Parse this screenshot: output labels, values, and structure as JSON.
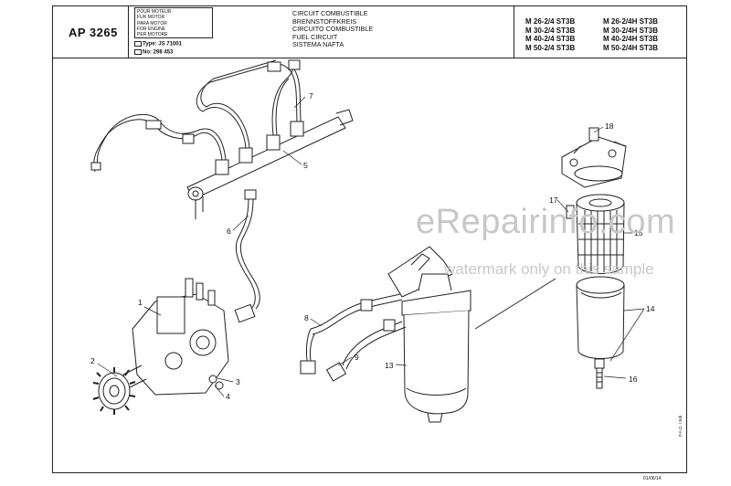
{
  "header": {
    "code": "AP 3265",
    "engine_labels": [
      "POUR MOTEUR",
      "FUR MOTOR",
      "PARA MOTOR",
      "FOR ENGINE",
      "PER MOTORE"
    ],
    "type_prefix": "Type:",
    "type_value": "JS 71001",
    "number_prefix": "No:",
    "number_value": "298 453",
    "titles": [
      "CIRCUIT COMBUSTIBLE",
      "BRENNSTOFFKREIS",
      "CIRCUITO COMBUSTIBLE",
      "FUEL CIRCUIT",
      "SISTEMA NAFTA"
    ],
    "models_left": [
      "M 26-2/4 ST3B",
      "M 30-2/4 ST3B",
      "M 40-2/4 ST3B",
      "M 50-2/4 ST3B"
    ],
    "models_right": [
      "M 26-2/4H ST3B",
      "M 30-2/4H ST3B",
      "M 40-2/4H ST3B",
      "M 50-2/4H ST3B"
    ]
  },
  "callouts": [
    "1",
    "2",
    "3",
    "4",
    "5",
    "6",
    "7",
    "8",
    "9",
    "13",
    "14",
    "15",
    "16",
    "17",
    "18"
  ],
  "watermark": {
    "site": "eRepairinfo.com",
    "note": "watermark only on this sample"
  },
  "footer": {
    "date": "01/06/14",
    "side": "P.A.O. / Edi"
  }
}
